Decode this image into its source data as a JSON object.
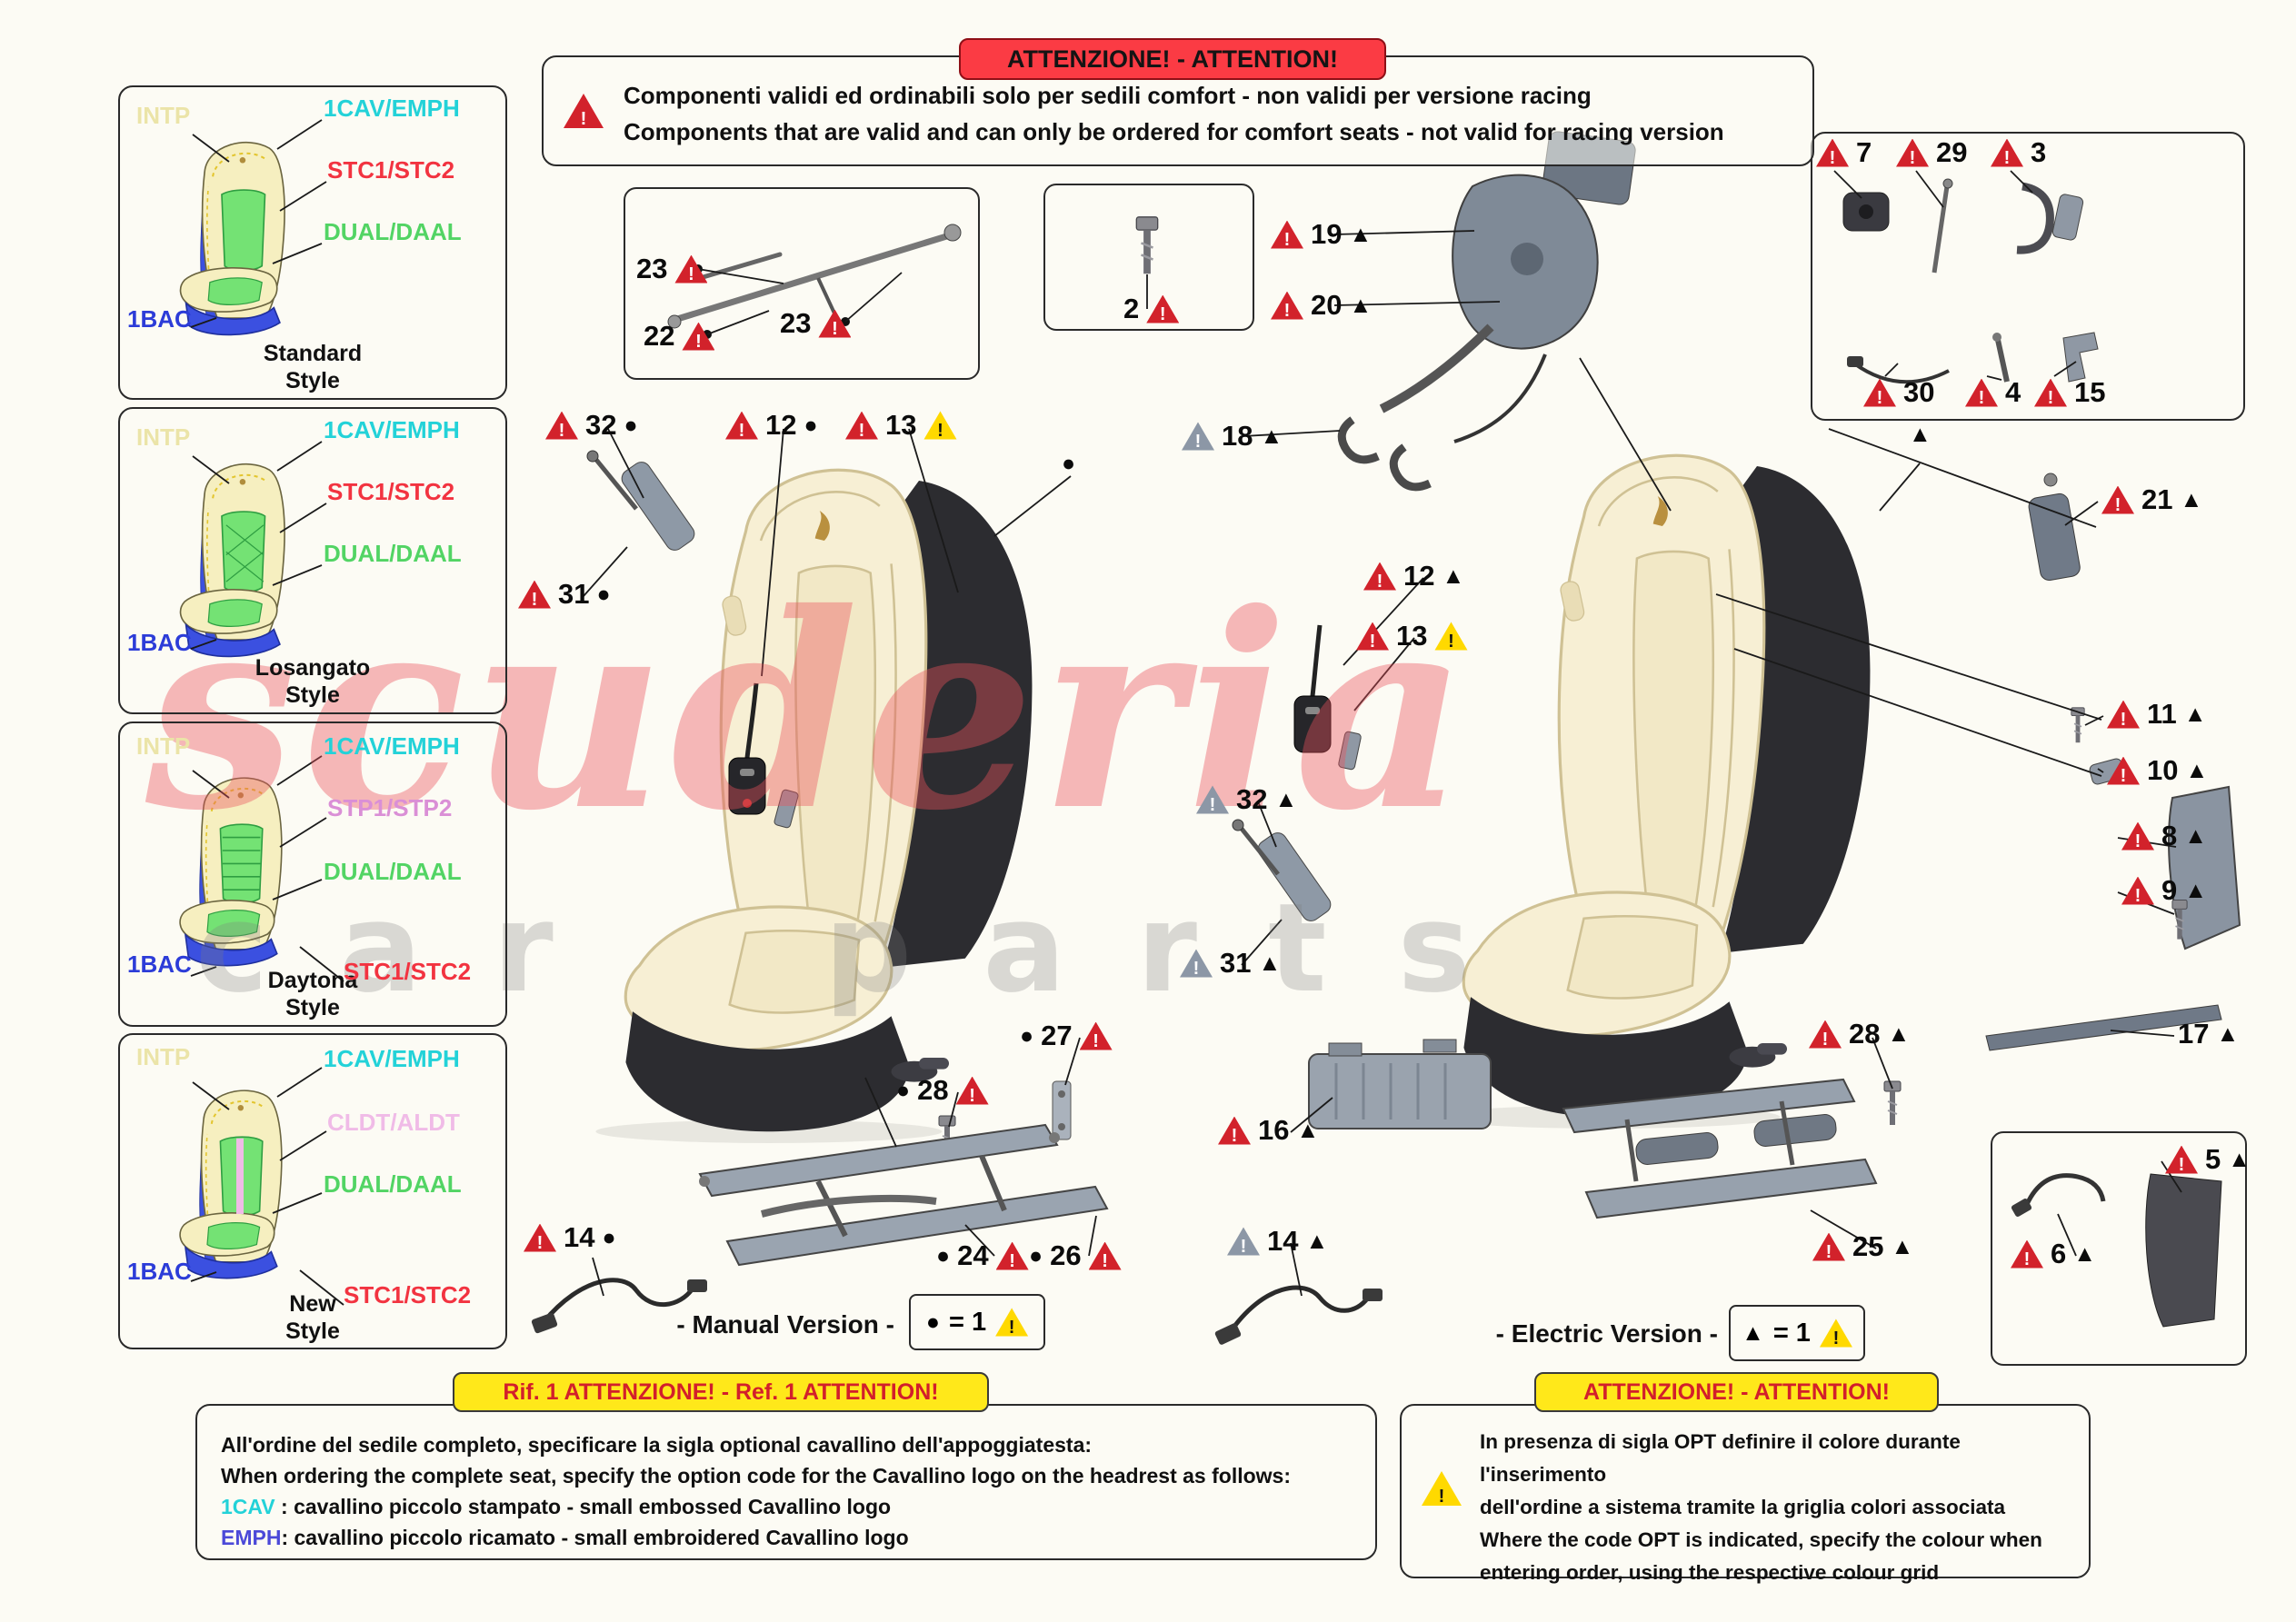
{
  "notices": {
    "top": {
      "title": "ATTENZIONE! - ATTENTION!",
      "line1": "Componenti validi ed ordinabili solo per sedili comfort - non validi per versione racing",
      "line2": "Components that are valid and can only be ordered for comfort seats - not valid for racing version"
    },
    "bottom_left": {
      "title": "Rif. 1 ATTENZIONE!  -  Ref. 1 ATTENTION!",
      "line1": "All'ordine del sedile completo, specificare la sigla optional cavallino dell'appoggiatesta:",
      "line2": "When ordering the complete seat, specify the option code for the Cavallino logo on the headrest as follows:",
      "code1": "1CAV",
      "code1_text": " : cavallino piccolo stampato - small embossed Cavallino logo",
      "code2": "EMPH",
      "code2_text": ": cavallino piccolo ricamato - small embroidered Cavallino logo"
    },
    "bottom_right": {
      "title": "ATTENZIONE! - ATTENTION!",
      "line1": "In presenza di sigla OPT definire il colore durante l'inserimento",
      "line2": "dell'ordine a sistema tramite la griglia colori associata",
      "line3": "Where the code OPT is indicated, specify the colour when",
      "line4": "entering order, using the respective colour grid"
    }
  },
  "styles": {
    "standard": {
      "name1": "Standard",
      "name2": "Style",
      "intp": "INTP",
      "cav": "1CAV/EMPH",
      "stc": "STC1/STC2",
      "dual": "DUAL/DAAL",
      "bac": "1BAC"
    },
    "losangato": {
      "name1": "Losangato",
      "name2": "Style",
      "intp": "INTP",
      "cav": "1CAV/EMPH",
      "stc": "STC1/STC2",
      "dual": "DUAL/DAAL",
      "bac": "1BAC"
    },
    "daytona": {
      "name1": "Daytona",
      "name2": "Style",
      "intp": "INTP",
      "cav": "1CAV/EMPH",
      "stp": "STP1/STP2",
      "dual": "DUAL/DAAL",
      "bac": "1BAC",
      "stc": "STC1/STC2"
    },
    "newstyle": {
      "name1": "New",
      "name2": "Style",
      "intp": "INTP",
      "cav": "1CAV/EMPH",
      "cldt": "CLDT/ALDT",
      "dual": "DUAL/DAAL",
      "bac": "1BAC",
      "stc": "STC1/STC2"
    }
  },
  "legend": {
    "manual_label": "- Manual Version -",
    "electric_label": "- Electric Version -",
    "eq": "= 1"
  },
  "symbols": {
    "dot": "●",
    "tri": "▲"
  },
  "manual_callouts": {
    "c23a": "23",
    "c22": "22",
    "c23b": "23",
    "c2": "2",
    "c32": "32",
    "c12": "12",
    "c13": "13",
    "c31": "31",
    "c27": "27",
    "c28": "28",
    "c24": "24",
    "c26": "26",
    "c14": "14"
  },
  "electric_callouts": {
    "c19": "19",
    "c20": "20",
    "c18": "18",
    "c12": "12",
    "c13": "13",
    "c32": "32",
    "c31": "31",
    "c16": "16",
    "c14": "14",
    "c21": "21",
    "c11": "11",
    "c10": "10",
    "c8": "8",
    "c9": "9",
    "c17": "17",
    "c28": "28",
    "c25": "25",
    "c5": "5",
    "c6": "6",
    "c7": "7",
    "c29": "29",
    "c3": "3",
    "c30": "30",
    "c4": "4",
    "c15": "15"
  },
  "watermark": {
    "word1": "scuderia",
    "word2": "car",
    "word3": "parts"
  },
  "code_colors": {
    "intp": "#ebe4a8",
    "cav": "#23d2d8",
    "stc": "#f23340",
    "dual": "#52d464",
    "bac": "#2c3cd8",
    "stp": "#da8fd6",
    "cldt": "#f0bbe7",
    "warning_red": "#d2222b",
    "warning_yellow": "#ffd900",
    "header_red": "#fb3b44",
    "header_yellow": "#ffe81a"
  }
}
